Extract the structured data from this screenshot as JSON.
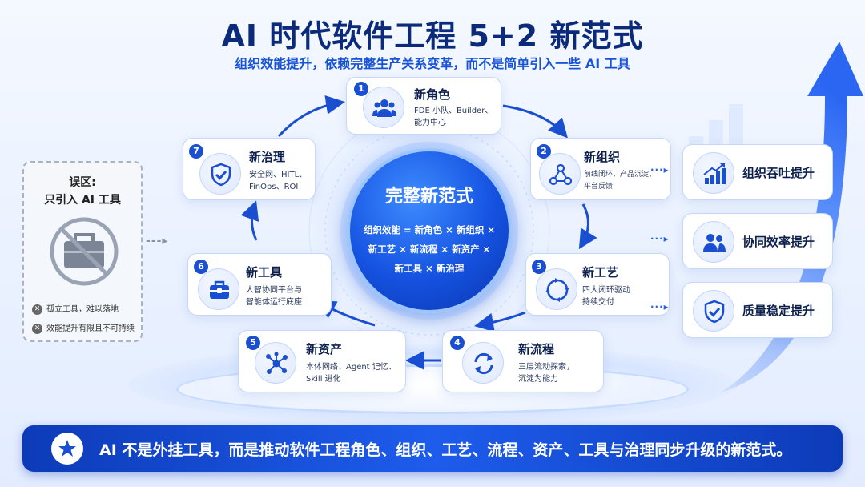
{
  "title": "AI 时代软件工程 5+2 新范式",
  "subtitle": "组织效能提升，依赖完整生产关系变革，而不是简单引入一些 AI 工具",
  "center": {
    "title": "完整新范式",
    "formula_line1": "组织效能 = 新角色 × 新组织 ×",
    "formula_line2": "新工艺 × 新流程 × 新资产 ×",
    "formula_line3": "新工具 × 新治理"
  },
  "cards": [
    {
      "num": "1",
      "title": "新角色",
      "desc1": "FDE 小队、Builder、",
      "desc2": "能力中心",
      "icon": "team-icon"
    },
    {
      "num": "2",
      "title": "新组织",
      "desc1": "前线闭环、产品沉淀、",
      "desc2": "平台反馈",
      "icon": "network-nodes-icon"
    },
    {
      "num": "3",
      "title": "新工艺",
      "desc1": "四大闭环驱动",
      "desc2": "持续交付",
      "icon": "cycle-icon"
    },
    {
      "num": "4",
      "title": "新流程",
      "desc1": "三层流动探索，",
      "desc2": "沉淀为能力",
      "icon": "refresh-icon"
    },
    {
      "num": "5",
      "title": "新资产",
      "desc1": "本体网络、Agent 记忆、",
      "desc2": "Skill 进化",
      "icon": "molecule-icon"
    },
    {
      "num": "6",
      "title": "新工具",
      "desc1": "人智协同平台与",
      "desc2": "智能体运行底座",
      "icon": "toolbox-icon"
    },
    {
      "num": "7",
      "title": "新治理",
      "desc1": "安全网、HITL、",
      "desc2": "FinOps、ROI",
      "icon": "shield-check-icon"
    }
  ],
  "results": [
    {
      "title": "组织吞吐提升",
      "icon": "bar-chart-up-icon"
    },
    {
      "title": "协同效率提升",
      "icon": "people-icon"
    },
    {
      "title": "质量稳定提升",
      "icon": "shield-check-icon"
    }
  ],
  "misconception": {
    "title1": "误区:",
    "title2": "只引入 AI 工具",
    "item1": "孤立工具，难以落地",
    "item2": "效能提升有限且不可持续",
    "icon": "crossed-toolbox-icon"
  },
  "banner": {
    "text": "AI 不是外挂工具，而是推动软件工程角色、组织、工艺、流程、资产、工具与治理同步升级的新范式。",
    "icon": "star-icon"
  },
  "colors": {
    "primary": "#1a4fd1",
    "dark_title": "#0b2a7a",
    "accent": "#1753d6"
  }
}
